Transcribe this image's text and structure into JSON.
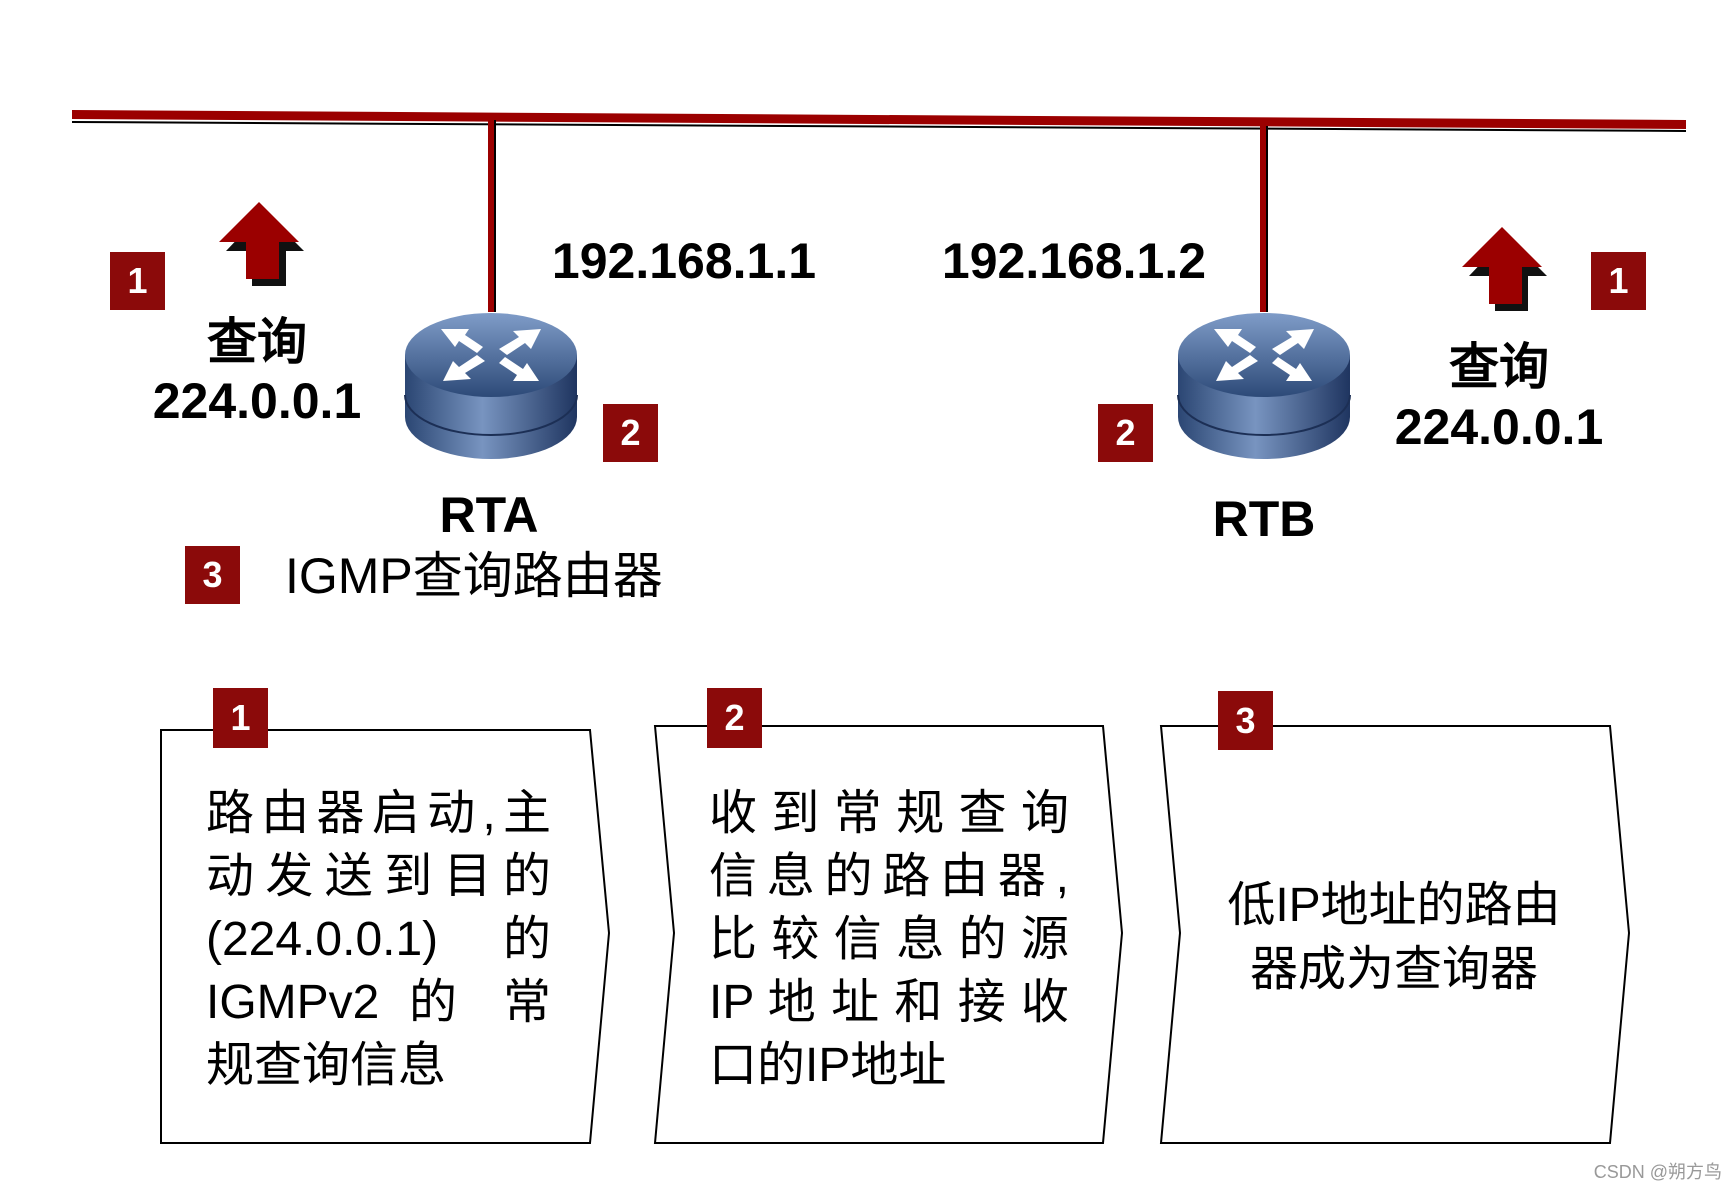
{
  "colors": {
    "line": "#9b0000",
    "badge": "#8b0a0a",
    "router": "#3d5c8c"
  },
  "left": {
    "badge": "1",
    "query": "查询",
    "address": "224.0.0.1"
  },
  "right": {
    "badge": "1",
    "query": "查询",
    "address": "224.0.0.1"
  },
  "rta": {
    "name": "RTA",
    "ip": "192.168.1.1",
    "badge": "2"
  },
  "rtb": {
    "name": "RTB",
    "ip": "192.168.1.2",
    "badge": "2"
  },
  "querier": {
    "badge": "3",
    "label": "IGMP查询路由器"
  },
  "steps": [
    {
      "badge": "1",
      "lines": [
        "路由器启动,主",
        "动发送到目的",
        "(224.0.0.1) 的",
        "IGMPv2 的 常",
        "规查询信息"
      ]
    },
    {
      "badge": "2",
      "lines": [
        "收到常规查询",
        "信息的路由器,",
        "比较信息的源",
        "IP 地 址 和 接 收",
        "口的IP地址"
      ]
    },
    {
      "badge": "3",
      "lines": [
        "低IP地址的路由",
        "器成为查询器"
      ]
    }
  ],
  "watermark": "CSDN @朔方鸟"
}
